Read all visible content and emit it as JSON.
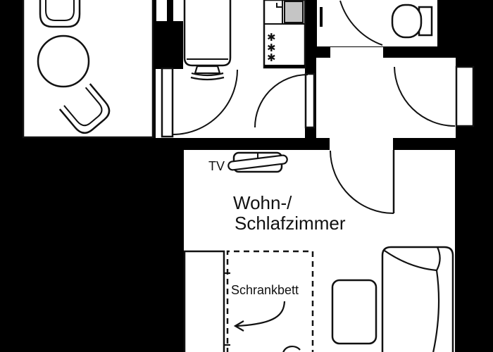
{
  "meta": {
    "document_type": "apartment floor plan",
    "language": "de"
  },
  "colors": {
    "wall": "#000000",
    "floor": "#ffffff",
    "line": "#111111",
    "sink_fill": "#c5c5c5"
  },
  "labels": {
    "tv": "TV",
    "room_name_line1": "Wohn-/",
    "room_name_line2": "Schlafzimmer",
    "wall_bed": "Schrankbett",
    "burner": "✱"
  }
}
